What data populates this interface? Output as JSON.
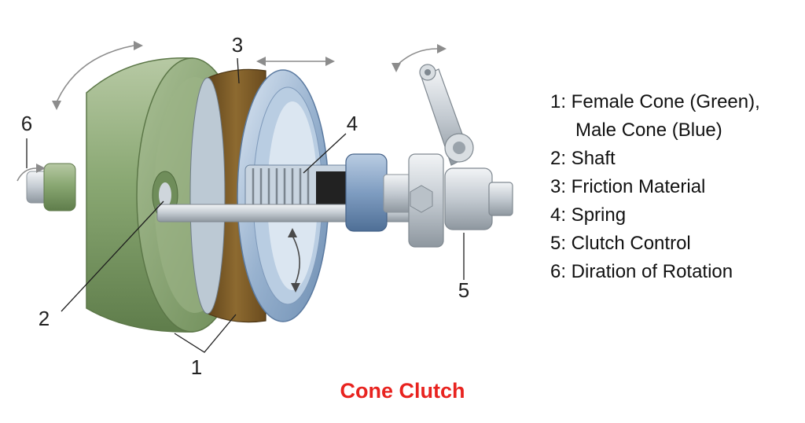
{
  "title": "Cone Clutch",
  "colors": {
    "female_cone": "#7f9f69",
    "male_cone": "#8aa7c6",
    "friction_material": "#7d5a24",
    "metal": "#c9d0d6",
    "caption": "#e8231f"
  },
  "callouts": [
    {
      "id": "1",
      "label": "1"
    },
    {
      "id": "2",
      "label": "2"
    },
    {
      "id": "3",
      "label": "3"
    },
    {
      "id": "4",
      "label": "4"
    },
    {
      "id": "5",
      "label": "5"
    },
    {
      "id": "6",
      "label": "6"
    }
  ],
  "legend": [
    {
      "line": "1: Female Cone (Green),"
    },
    {
      "line": "Male Cone (Blue)"
    },
    {
      "line": "2: Shaft"
    },
    {
      "line": "3: Friction Material"
    },
    {
      "line": "4: Spring"
    },
    {
      "line": "5: Clutch Control"
    },
    {
      "line": "6: Diration of Rotation"
    }
  ]
}
